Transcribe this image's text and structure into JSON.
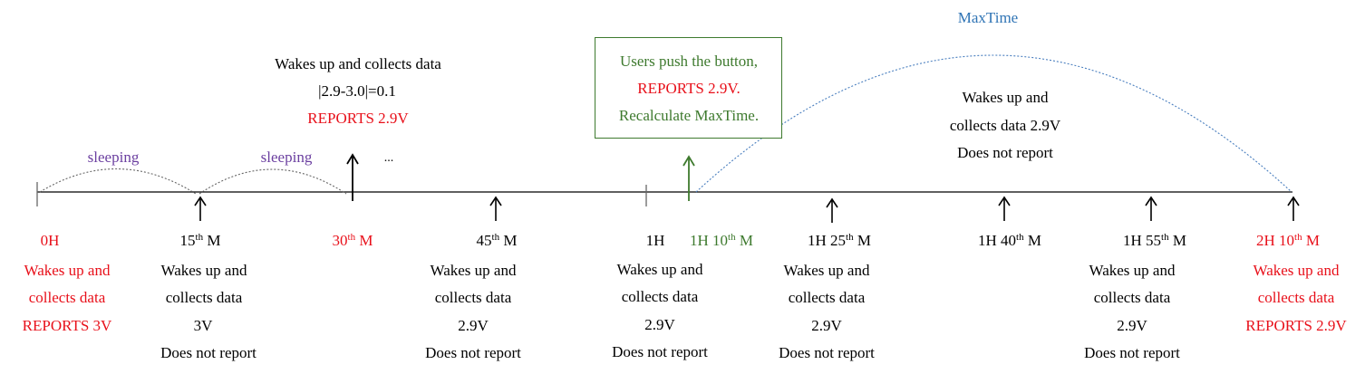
{
  "timeline": {
    "ticks": [
      {
        "id": "0h",
        "label": "0H",
        "sup": "",
        "color": "red",
        "desc": [
          "Wakes up and",
          "collects data",
          "REPORTS 3V"
        ],
        "desc_color": "red"
      },
      {
        "id": "15m",
        "label": "15",
        "sup": "th",
        "unit": " M",
        "color": "black",
        "desc": [
          "Wakes up and",
          "collects data",
          "3V",
          "Does not report"
        ],
        "desc_color": "black"
      },
      {
        "id": "30m",
        "label": "30",
        "sup": "th",
        "unit": " M",
        "color": "red",
        "desc": [],
        "desc_color": "black"
      },
      {
        "id": "45m",
        "label": "45",
        "sup": "th",
        "unit": " M",
        "color": "black",
        "desc": [
          "Wakes up and",
          "collects data",
          "2.9V",
          "Does not report"
        ],
        "desc_color": "black"
      },
      {
        "id": "1h",
        "label": "1H",
        "sup": "",
        "unit": "",
        "color": "black",
        "desc": [
          "Wakes up and",
          "collects data",
          "2.9V",
          "Does not report"
        ],
        "desc_color": "black"
      },
      {
        "id": "1h10m",
        "label": "1H 10",
        "sup": "th",
        "unit": " M",
        "color": "green",
        "desc": [],
        "desc_color": "black"
      },
      {
        "id": "1h25m",
        "label": "1H 25",
        "sup": "th",
        "unit": " M",
        "color": "black",
        "desc": [
          "Wakes up and",
          "collects data",
          "2.9V",
          "Does not report"
        ],
        "desc_color": "black"
      },
      {
        "id": "1h40m",
        "label": "1H 40",
        "sup": "th",
        "unit": " M",
        "color": "black",
        "desc": [],
        "desc_color": "black"
      },
      {
        "id": "1h55m",
        "label": "1H 55",
        "sup": "th",
        "unit": " M",
        "color": "black",
        "desc": [
          "Wakes up and",
          "collects data",
          "2.9V",
          "Does not report"
        ],
        "desc_color": "black"
      },
      {
        "id": "2h10m",
        "label": "2H 10",
        "sup": "th",
        "unit": " M",
        "color": "red",
        "desc": [
          "Wakes up and",
          "collects data",
          "REPORTS 2.9V"
        ],
        "desc_color": "red"
      }
    ]
  },
  "annotations": {
    "sleeping_1": "sleeping",
    "sleeping_2": "sleeping",
    "ellipsis": "...",
    "maxtime": "MaxTime",
    "note_30m": {
      "line1": "Wakes up and collects data",
      "line2": "|2.9-3.0|=0.1",
      "line3": "REPORTS 2.9V"
    },
    "note_1h40m": {
      "line1": "Wakes up and",
      "line2": "collects data 2.9V",
      "line3": "Does not report"
    }
  },
  "callout": {
    "line1": "Users push the button,",
    "line2": "REPORTS 2.9V.",
    "line3": "Recalculate MaxTime."
  },
  "colors": {
    "red": "#e8101a",
    "green": "#3e7a2e",
    "purple": "#6b3fa0",
    "blue": "#2f74b5",
    "line": "#000000",
    "dotted": "#666666"
  }
}
